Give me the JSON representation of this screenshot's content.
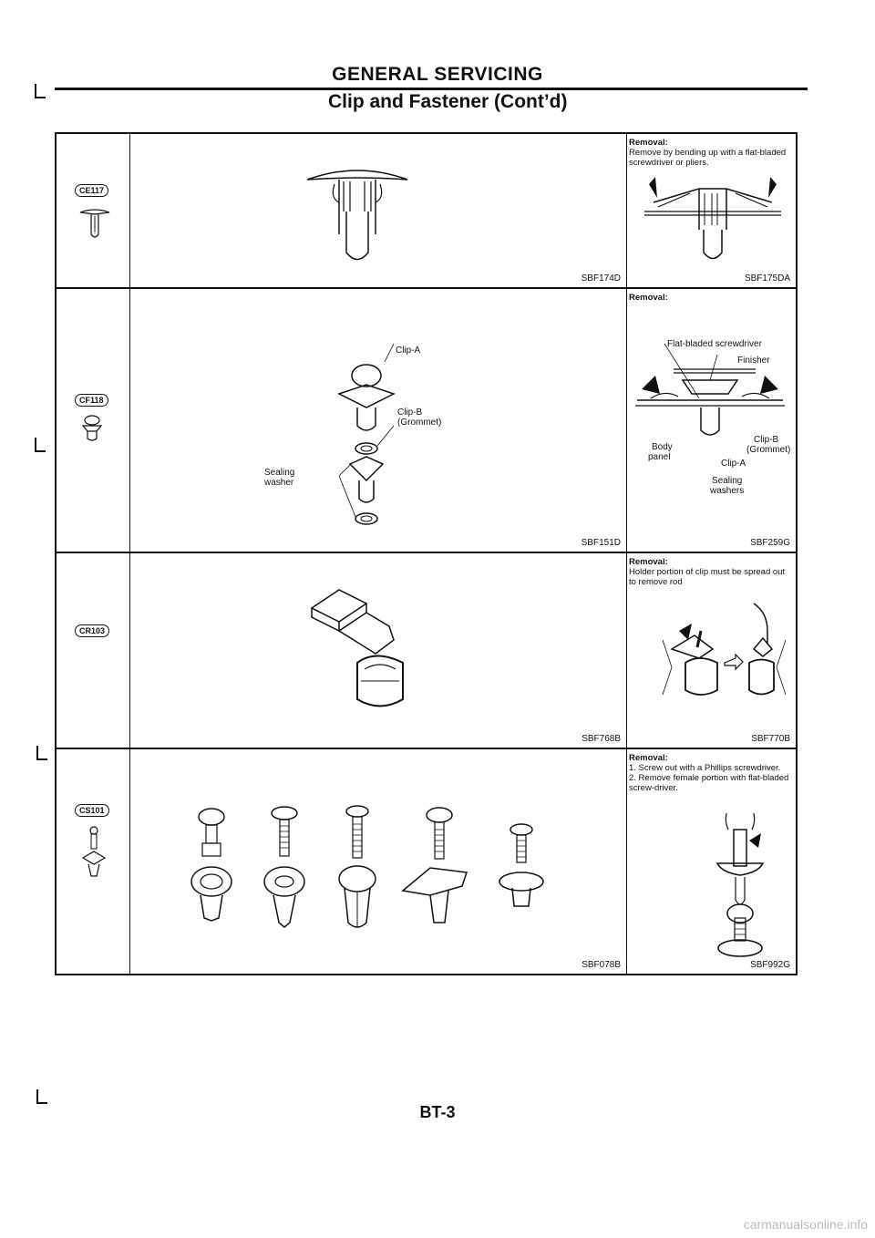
{
  "header": {
    "title": "GENERAL SERVICING",
    "subtitle": "Clip and Fastener (Cont’d)"
  },
  "rows": [
    {
      "code": "CE117",
      "fig_code": "SBF174D",
      "removal_fig_code": "SBF175DA",
      "removal_label": "Removal:",
      "removal_text": "Remove by bending up with a flat-bladed screwdriver or pliers."
    },
    {
      "code": "CF118",
      "fig_code": "SBF151D",
      "removal_fig_code": "SBF259G",
      "removal_label": "Removal:",
      "labels": {
        "clip_a": "Clip-A",
        "clip_b": "Clip-B",
        "grommet": "(Grommet)",
        "sealing": "Sealing",
        "washer": "washer"
      },
      "removal_labels": {
        "screwdriver": "Flat-bladed screwdriver",
        "finisher": "Finisher",
        "body": "Body",
        "panel": "panel",
        "clip_b": "Clip-B",
        "grommet": "(Grommet)",
        "clip_a": "Clip-A",
        "sealing": "Sealing",
        "washers": "washers"
      }
    },
    {
      "code": "CR103",
      "fig_code": "SBF768B",
      "removal_fig_code": "SBF770B",
      "removal_label": "Removal:",
      "removal_text": "Holder portion of clip must be spread out to remove rod"
    },
    {
      "code": "CS101",
      "fig_code": "SBF078B",
      "removal_fig_code": "SBF992G",
      "removal_label": "Removal:",
      "removal_step1": "1. Screw out with a Phillips screwdriver.",
      "removal_step2": "2. Remove female portion with flat-bladed screw-driver."
    }
  ],
  "footer": {
    "page": "BT-3",
    "watermark": "carmanualsonline.info"
  }
}
